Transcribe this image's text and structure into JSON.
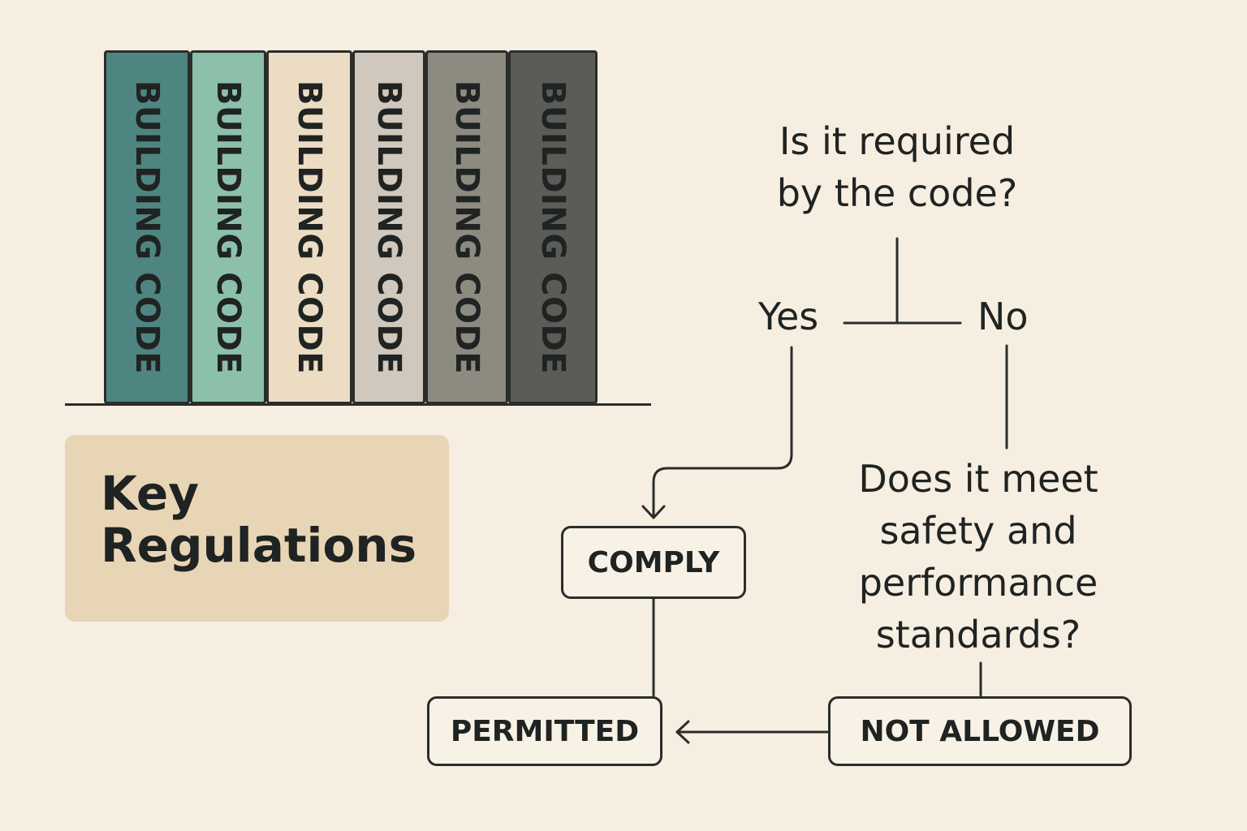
{
  "books": [
    {
      "label": "BUILDING CODE",
      "color": "#4e8580"
    },
    {
      "label": "BUILDING CODE",
      "color": "#8cc0ab"
    },
    {
      "label": "BUILDING CODE",
      "color": "#ecdcc3"
    },
    {
      "label": "BUILDING CODE",
      "color": "#d0c8bc"
    },
    {
      "label": "BUILDING CODE",
      "color": "#8d8a80"
    },
    {
      "label": "BUILDING CODE",
      "color": "#5b5c57"
    }
  ],
  "key_card": {
    "title_line1": "Key",
    "title_line2": "Regulations"
  },
  "flow": {
    "question1_line1": "Is it required",
    "question1_line2": "by the code?",
    "yes": "Yes",
    "no": "No",
    "question2_line1": "Does it meet",
    "question2_line2": "safety and",
    "question2_line3": "performance",
    "question2_line4": "standards?",
    "comply": "COMPLY",
    "permitted": "PERMITTED",
    "not_allowed": "NOT ALLOWED"
  },
  "colors": {
    "background": "#f6eee1",
    "card": "#e8d5b5",
    "ink": "#2a2d2b"
  }
}
